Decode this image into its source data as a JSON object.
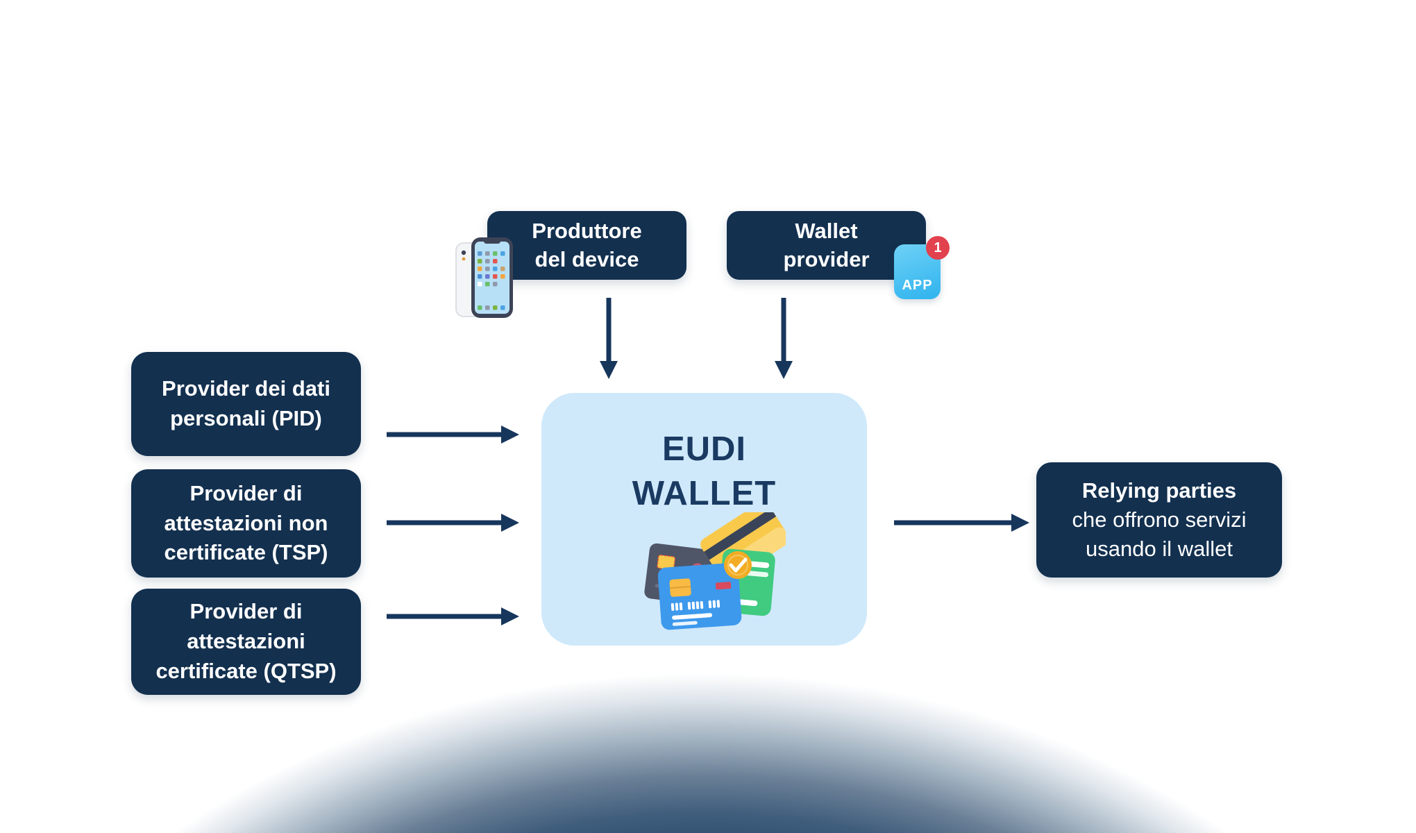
{
  "top_boxes": [
    {
      "id": "produttore-del-device",
      "lines": [
        "Produttore",
        "del device"
      ]
    },
    {
      "id": "wallet-provider",
      "lines": [
        "Wallet",
        "provider"
      ]
    }
  ],
  "left_boxes": [
    {
      "id": "pid-provider",
      "lines": [
        "Provider dei dati",
        "personali (PID)"
      ]
    },
    {
      "id": "tsp-provider",
      "lines": [
        "Provider di",
        "attestazioni non",
        "certificate (TSP)"
      ]
    },
    {
      "id": "qtsp-provider",
      "lines": [
        "Provider di",
        "attestazioni",
        "certificate (QTSP)"
      ]
    }
  ],
  "center_box": {
    "lines": [
      "EUDI",
      "WALLET"
    ]
  },
  "right_box": {
    "title": "Relying parties",
    "lines": [
      "che offrono servizi",
      "usando il wallet"
    ]
  },
  "app_icon": {
    "label": "APP",
    "badge": "1"
  },
  "icons": {
    "device": "smartphone-icon",
    "wallet_app": "app-icon",
    "wallet_content": "credit-cards-icon"
  },
  "colors": {
    "box_navy": "#13304f",
    "center_box_blue": "#cfe9fb",
    "title_navy": "#1a3a62",
    "arrow_navy": "#17365c",
    "app_icon_blue": "#2fb3ee",
    "badge_red": "#e2414e",
    "dome_dark": "#2b4a6b"
  }
}
